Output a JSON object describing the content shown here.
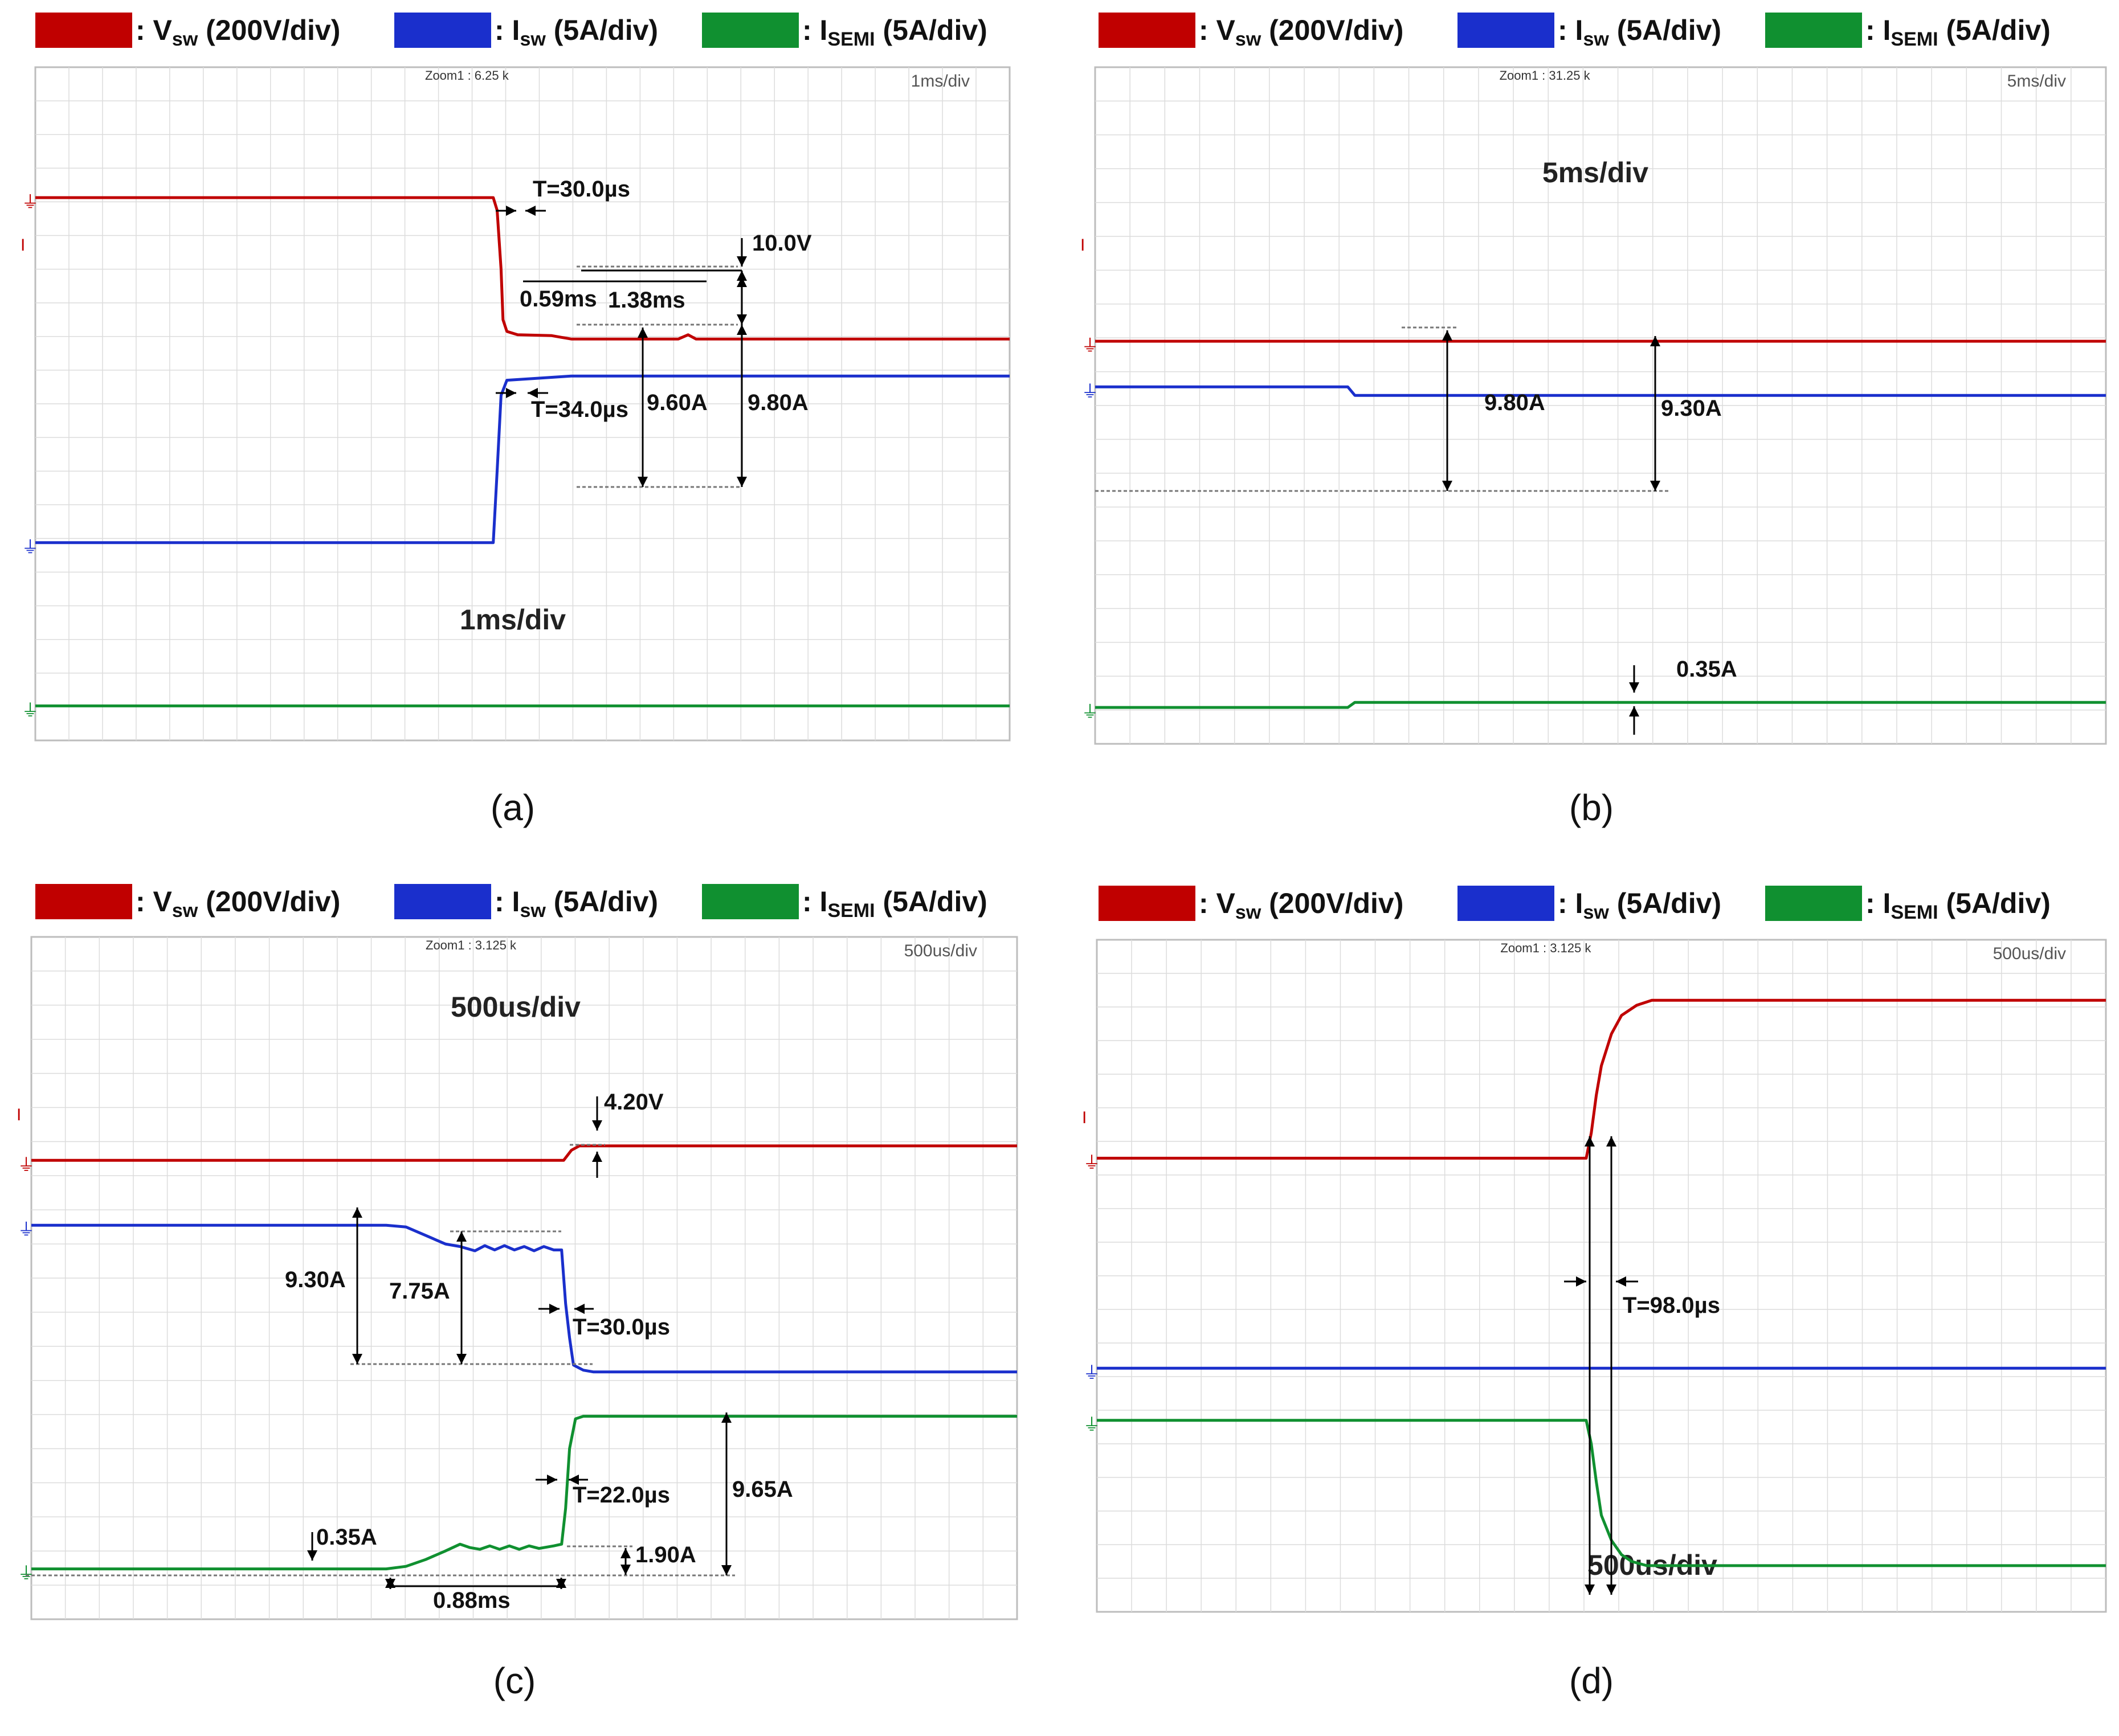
{
  "colors": {
    "vsw": "#c00000",
    "isw": "#1a2fcc",
    "isemi": "#109030",
    "grid": "#dcdcdc",
    "frame": "#bdbdbd",
    "annotation": "#000000"
  },
  "legend": [
    {
      "key": "vsw",
      "sep": ": ",
      "main": "V",
      "sub": "sw",
      "rest": " (200V/div)"
    },
    {
      "key": "isw",
      "sep": ": ",
      "main": "I",
      "sub": "sw",
      "rest": " (5A/div)"
    },
    {
      "key": "isemi",
      "sep": ": ",
      "main": "I",
      "sub": "SEMI",
      "rest": " (5A/div)"
    }
  ],
  "chart_data": [
    {
      "type": "line",
      "caption": "(a)",
      "zoom_label": "Zoom1 : 6.25 k",
      "timebase_label": "1ms/div",
      "center_label": "1ms/div",
      "x_range_div": [
        0,
        10
      ],
      "y_range_div": [
        0,
        8
      ],
      "series": [
        {
          "key": "vsw",
          "points": [
            [
              0,
              6.45
            ],
            [
              4.7,
              6.45
            ],
            [
              4.74,
              6.3
            ],
            [
              4.78,
              5.6
            ],
            [
              4.8,
              5.0
            ],
            [
              4.84,
              4.86
            ],
            [
              4.95,
              4.82
            ],
            [
              5.3,
              4.81
            ],
            [
              5.4,
              4.79
            ],
            [
              5.5,
              4.77
            ],
            [
              5.65,
              4.77
            ],
            [
              6.6,
              4.77
            ],
            [
              6.7,
              4.82
            ],
            [
              6.78,
              4.77
            ],
            [
              10,
              4.77
            ]
          ]
        },
        {
          "key": "isw",
          "points": [
            [
              0,
              2.35
            ],
            [
              4.7,
              2.35
            ],
            [
              4.74,
              3.2
            ],
            [
              4.78,
              4.1
            ],
            [
              4.84,
              4.28
            ],
            [
              5.1,
              4.3
            ],
            [
              5.5,
              4.33
            ],
            [
              6.7,
              4.33
            ],
            [
              10,
              4.33
            ]
          ]
        },
        {
          "key": "isemi",
          "points": [
            [
              0,
              0.41
            ],
            [
              10,
              0.41
            ]
          ]
        }
      ],
      "annotations": [
        {
          "label": "T=30.0µs"
        },
        {
          "label": "10.0V"
        },
        {
          "label": "0.59ms"
        },
        {
          "label": "1.38ms"
        },
        {
          "label": "T=34.0µs"
        },
        {
          "label": "9.60A"
        },
        {
          "label": "9.80A"
        }
      ]
    },
    {
      "type": "line",
      "caption": "(b)",
      "zoom_label": "Zoom1 : 31.25 k",
      "timebase_label": "5ms/div",
      "center_label": "5ms/div",
      "x_range_div": [
        0,
        10
      ],
      "y_range_div": [
        0,
        8
      ],
      "series": [
        {
          "key": "vsw",
          "points": [
            [
              0,
              4.76
            ],
            [
              10,
              4.76
            ]
          ]
        },
        {
          "key": "isw",
          "points": [
            [
              0,
              4.22
            ],
            [
              2.5,
              4.22
            ],
            [
              2.57,
              4.12
            ],
            [
              10,
              4.12
            ]
          ]
        },
        {
          "key": "isemi",
          "points": [
            [
              0,
              0.43
            ],
            [
              2.5,
              0.43
            ],
            [
              2.57,
              0.49
            ],
            [
              10,
              0.49
            ]
          ]
        }
      ],
      "annotations": [
        {
          "label": "9.80A"
        },
        {
          "label": "9.30A"
        },
        {
          "label": "0.35A"
        }
      ]
    },
    {
      "type": "line",
      "caption": "(c)",
      "zoom_label": "Zoom1 : 3.125 k",
      "timebase_label": "500us/div",
      "center_label": "500us/div",
      "x_range_div": [
        0,
        10
      ],
      "y_range_div": [
        0,
        8
      ],
      "series": [
        {
          "key": "vsw",
          "points": [
            [
              0,
              5.38
            ],
            [
              5.4,
              5.38
            ],
            [
              5.48,
              5.5
            ],
            [
              5.56,
              5.55
            ],
            [
              10,
              5.55
            ]
          ]
        },
        {
          "key": "isw",
          "points": [
            [
              0,
              4.62
            ],
            [
              3.6,
              4.62
            ],
            [
              3.8,
              4.6
            ],
            [
              4.0,
              4.5
            ],
            [
              4.2,
              4.4
            ],
            [
              4.35,
              4.37
            ],
            [
              4.5,
              4.32
            ],
            [
              4.6,
              4.38
            ],
            [
              4.7,
              4.33
            ],
            [
              4.8,
              4.38
            ],
            [
              4.9,
              4.33
            ],
            [
              5.0,
              4.37
            ],
            [
              5.1,
              4.32
            ],
            [
              5.2,
              4.37
            ],
            [
              5.3,
              4.33
            ],
            [
              5.38,
              4.33
            ],
            [
              5.42,
              3.7
            ],
            [
              5.46,
              3.3
            ],
            [
              5.5,
              2.98
            ],
            [
              5.6,
              2.92
            ],
            [
              5.7,
              2.9
            ],
            [
              10,
              2.9
            ]
          ]
        },
        {
          "key": "isemi",
          "points": [
            [
              0,
              0.59
            ],
            [
              3.6,
              0.59
            ],
            [
              3.8,
              0.62
            ],
            [
              4.0,
              0.7
            ],
            [
              4.2,
              0.8
            ],
            [
              4.35,
              0.88
            ],
            [
              4.45,
              0.84
            ],
            [
              4.55,
              0.82
            ],
            [
              4.65,
              0.86
            ],
            [
              4.75,
              0.82
            ],
            [
              4.85,
              0.86
            ],
            [
              4.95,
              0.82
            ],
            [
              5.05,
              0.86
            ],
            [
              5.15,
              0.83
            ],
            [
              5.3,
              0.86
            ],
            [
              5.38,
              0.88
            ],
            [
              5.42,
              1.3
            ],
            [
              5.46,
              2.0
            ],
            [
              5.52,
              2.35
            ],
            [
              5.6,
              2.38
            ],
            [
              10,
              2.38
            ]
          ]
        }
      ],
      "annotations": [
        {
          "label": "4.20V"
        },
        {
          "label": "9.30A"
        },
        {
          "label": "7.75A"
        },
        {
          "label": "T=30.0µs"
        },
        {
          "label": "T=22.0µs"
        },
        {
          "label": "9.65A"
        },
        {
          "label": "0.35A"
        },
        {
          "label": "1.90A"
        },
        {
          "label": "0.88ms"
        }
      ]
    },
    {
      "type": "line",
      "caption": "(d)",
      "zoom_label": "Zoom1 : 3.125 k",
      "timebase_label": "500us/div",
      "center_label": "500us/div",
      "x_range_div": [
        0,
        10
      ],
      "y_range_div": [
        0,
        8
      ],
      "series": [
        {
          "key": "vsw",
          "points": [
            [
              0,
              5.4
            ],
            [
              4.85,
              5.4
            ],
            [
              4.9,
              5.7
            ],
            [
              4.95,
              6.15
            ],
            [
              5.0,
              6.5
            ],
            [
              5.1,
              6.88
            ],
            [
              5.2,
              7.1
            ],
            [
              5.35,
              7.22
            ],
            [
              5.5,
              7.28
            ],
            [
              10,
              7.28
            ]
          ]
        },
        {
          "key": "isw",
          "points": [
            [
              0,
              2.9
            ],
            [
              10,
              2.9
            ]
          ]
        },
        {
          "key": "isemi",
          "points": [
            [
              0,
              2.28
            ],
            [
              4.85,
              2.28
            ],
            [
              4.9,
              2.0
            ],
            [
              4.95,
              1.55
            ],
            [
              5.0,
              1.15
            ],
            [
              5.1,
              0.85
            ],
            [
              5.2,
              0.68
            ],
            [
              5.3,
              0.6
            ],
            [
              5.45,
              0.55
            ],
            [
              10,
              0.55
            ]
          ]
        }
      ],
      "annotations": [
        {
          "label": "T=98.0µs"
        }
      ]
    }
  ]
}
